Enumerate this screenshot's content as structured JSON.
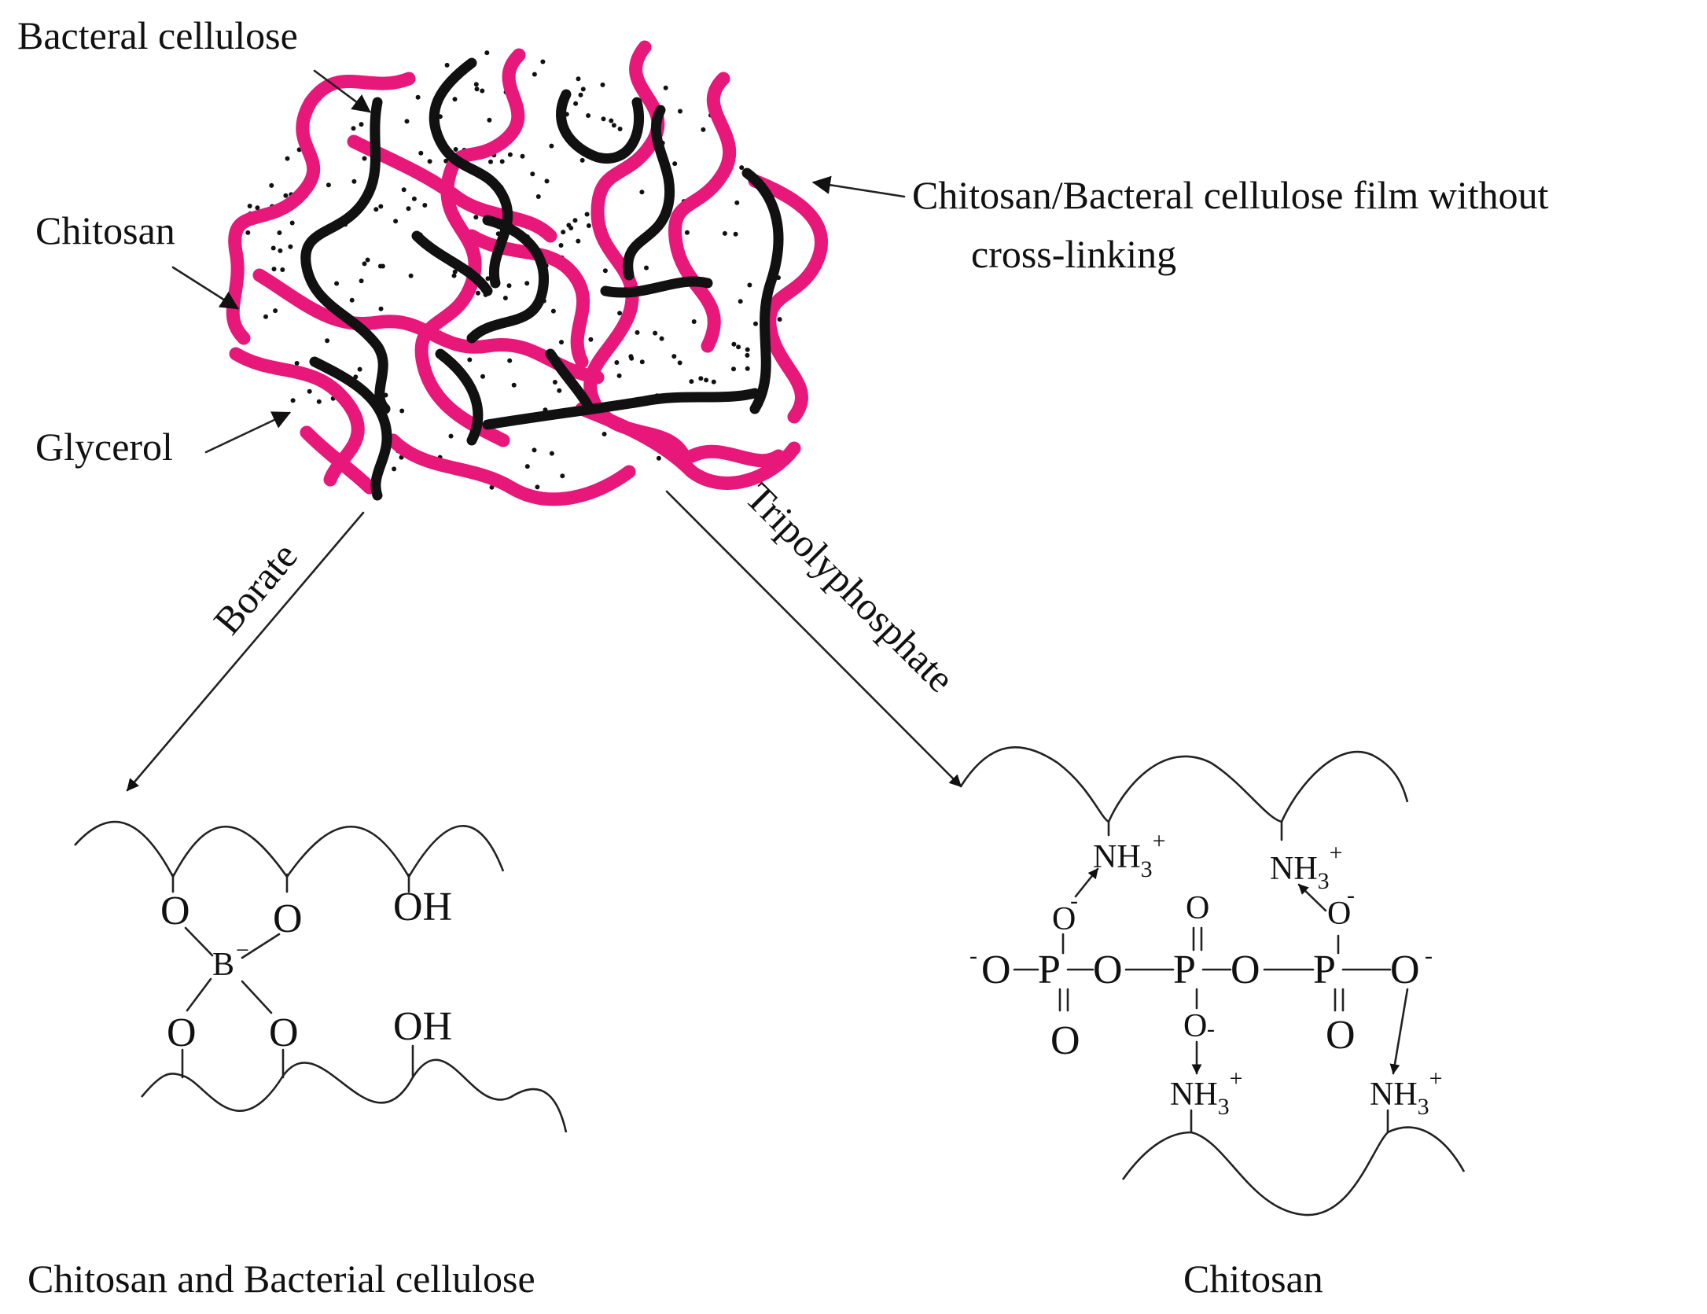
{
  "labels": {
    "bacterial_cellulose": "Bacteral cellulose",
    "chitosan": "Chitosan",
    "glycerol": "Glycerol",
    "film_line1": "Chitosan/Bacteral cellulose film without",
    "film_line2": "cross-linking",
    "borate": "Borate",
    "tripolyphosphate": "Tripolyphosphate",
    "left_product": "Chitosan and Bacterial cellulose",
    "right_product": "Chitosan"
  },
  "borate_structure": {
    "o": "O",
    "oh": "OH",
    "boron": "B",
    "minus": "−"
  },
  "tpp_structure": {
    "nh3": "NH",
    "sub3": "3",
    "plus": "+",
    "minus": "-",
    "o": "O",
    "p": "P"
  },
  "colors": {
    "chitosan_strand": "#e8177a",
    "cellulose_strand": "#111111"
  }
}
